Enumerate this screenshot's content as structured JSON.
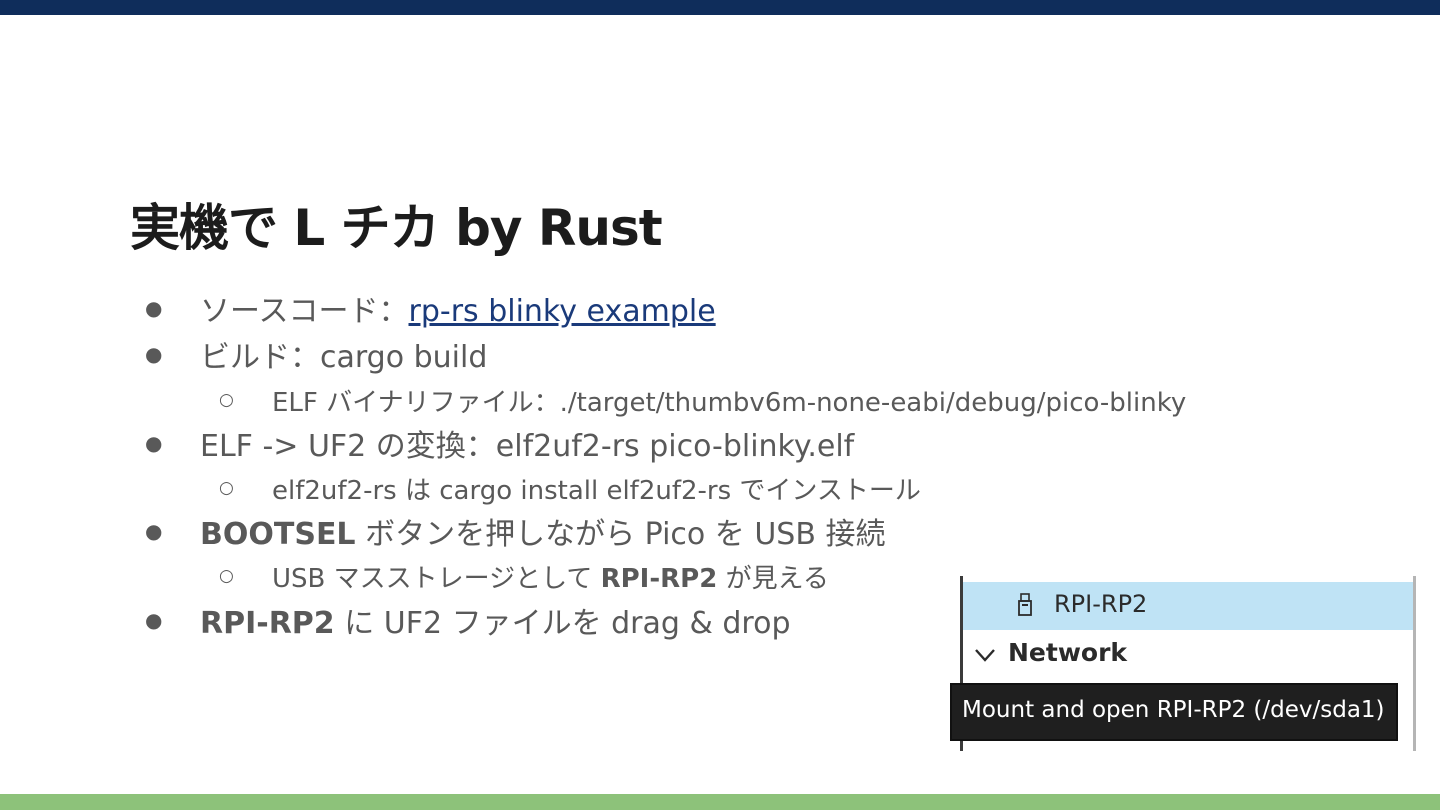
{
  "slide": {
    "title": "実機で L チカ by Rust",
    "colors": {
      "top_bar": "#0f2d5b",
      "bottom_bar": "#8dc27a",
      "link": "#1a3a7a"
    }
  },
  "bullets": {
    "b1": {
      "prefix": "ソースコード：",
      "link": "rp-rs blinky example"
    },
    "b2": {
      "text": "ビルド：cargo build"
    },
    "b2_1": {
      "text": "ELF バイナリファイル：./target/thumbv6m-none-eabi/debug/pico-blinky"
    },
    "b3": {
      "text": "ELF -> UF2 の変換：elf2uf2-rs pico-blinky.elf"
    },
    "b3_1": {
      "text": "elf2uf2-rs は cargo install elf2uf2-rs でインストール"
    },
    "b4": {
      "bold": "BOOTSEL",
      "rest": " ボタンを押しながら Pico を USB 接続"
    },
    "b4_1": {
      "pre": "USB マスストレージとして ",
      "bold": "RPI-RP2",
      "post": " が見える"
    },
    "b5": {
      "bold": "RPI-RP2",
      "rest": " に UF2 ファイルを drag & drop"
    }
  },
  "screenshot": {
    "drive_label": "RPI-RP2",
    "section_label": "Network",
    "tooltip": "Mount and open RPI-RP2 (/dev/sda1)",
    "drive_icon": "usb-drive-icon",
    "chevron_icon": "chevron-down-icon"
  }
}
